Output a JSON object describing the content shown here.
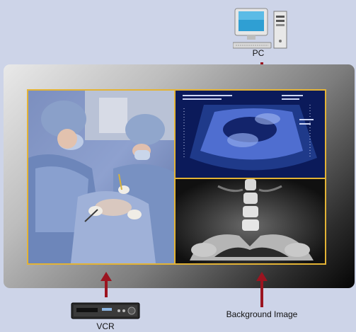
{
  "labels": {
    "pc": "PC",
    "vcr": "VCR",
    "background": "Background Image"
  },
  "icons": {
    "pc": "desktop-computer-icon",
    "vcr": "vcr-icon"
  },
  "colors": {
    "background": "#cdd4e8",
    "arrow": "#9b1420",
    "screen_border": "#e3b335"
  },
  "panels": [
    "surgery-video",
    "ultrasound-image",
    "xray-image"
  ]
}
